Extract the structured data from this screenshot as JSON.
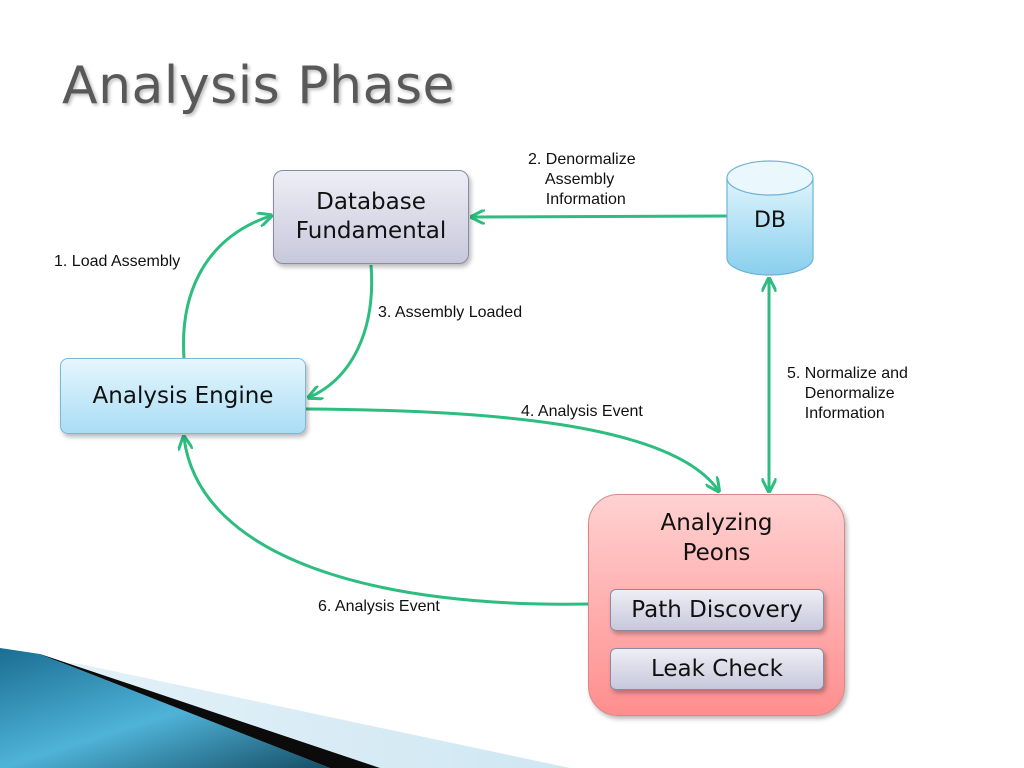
{
  "slide": {
    "title": "Analysis Phase"
  },
  "nodes": {
    "database_fundamental": "Database\nFundamental",
    "analysis_engine": "Analysis Engine",
    "db": "DB",
    "analyzing_peons": "Analyzing\nPeons",
    "path_discovery": "Path Discovery",
    "leak_check": "Leak Check"
  },
  "edges": {
    "e1": "1. Load Assembly",
    "e2": "2. Denormalize\n    Assembly\n    Information",
    "e3": "3. Assembly Loaded",
    "e4": "4. Analysis Event",
    "e5": "5. Normalize and\n    Denormalize\n    Information",
    "e6": "6. Analysis Event"
  },
  "colors": {
    "arrow": "#2dbd80",
    "grey_box": "#c7c8db",
    "blue_box": "#a9ddf4",
    "red_box": "#ff8e8e",
    "db_cylinder": "#9fd9f2",
    "corner_dark": "#0d3f55",
    "corner_light": "#4fb3d8"
  }
}
